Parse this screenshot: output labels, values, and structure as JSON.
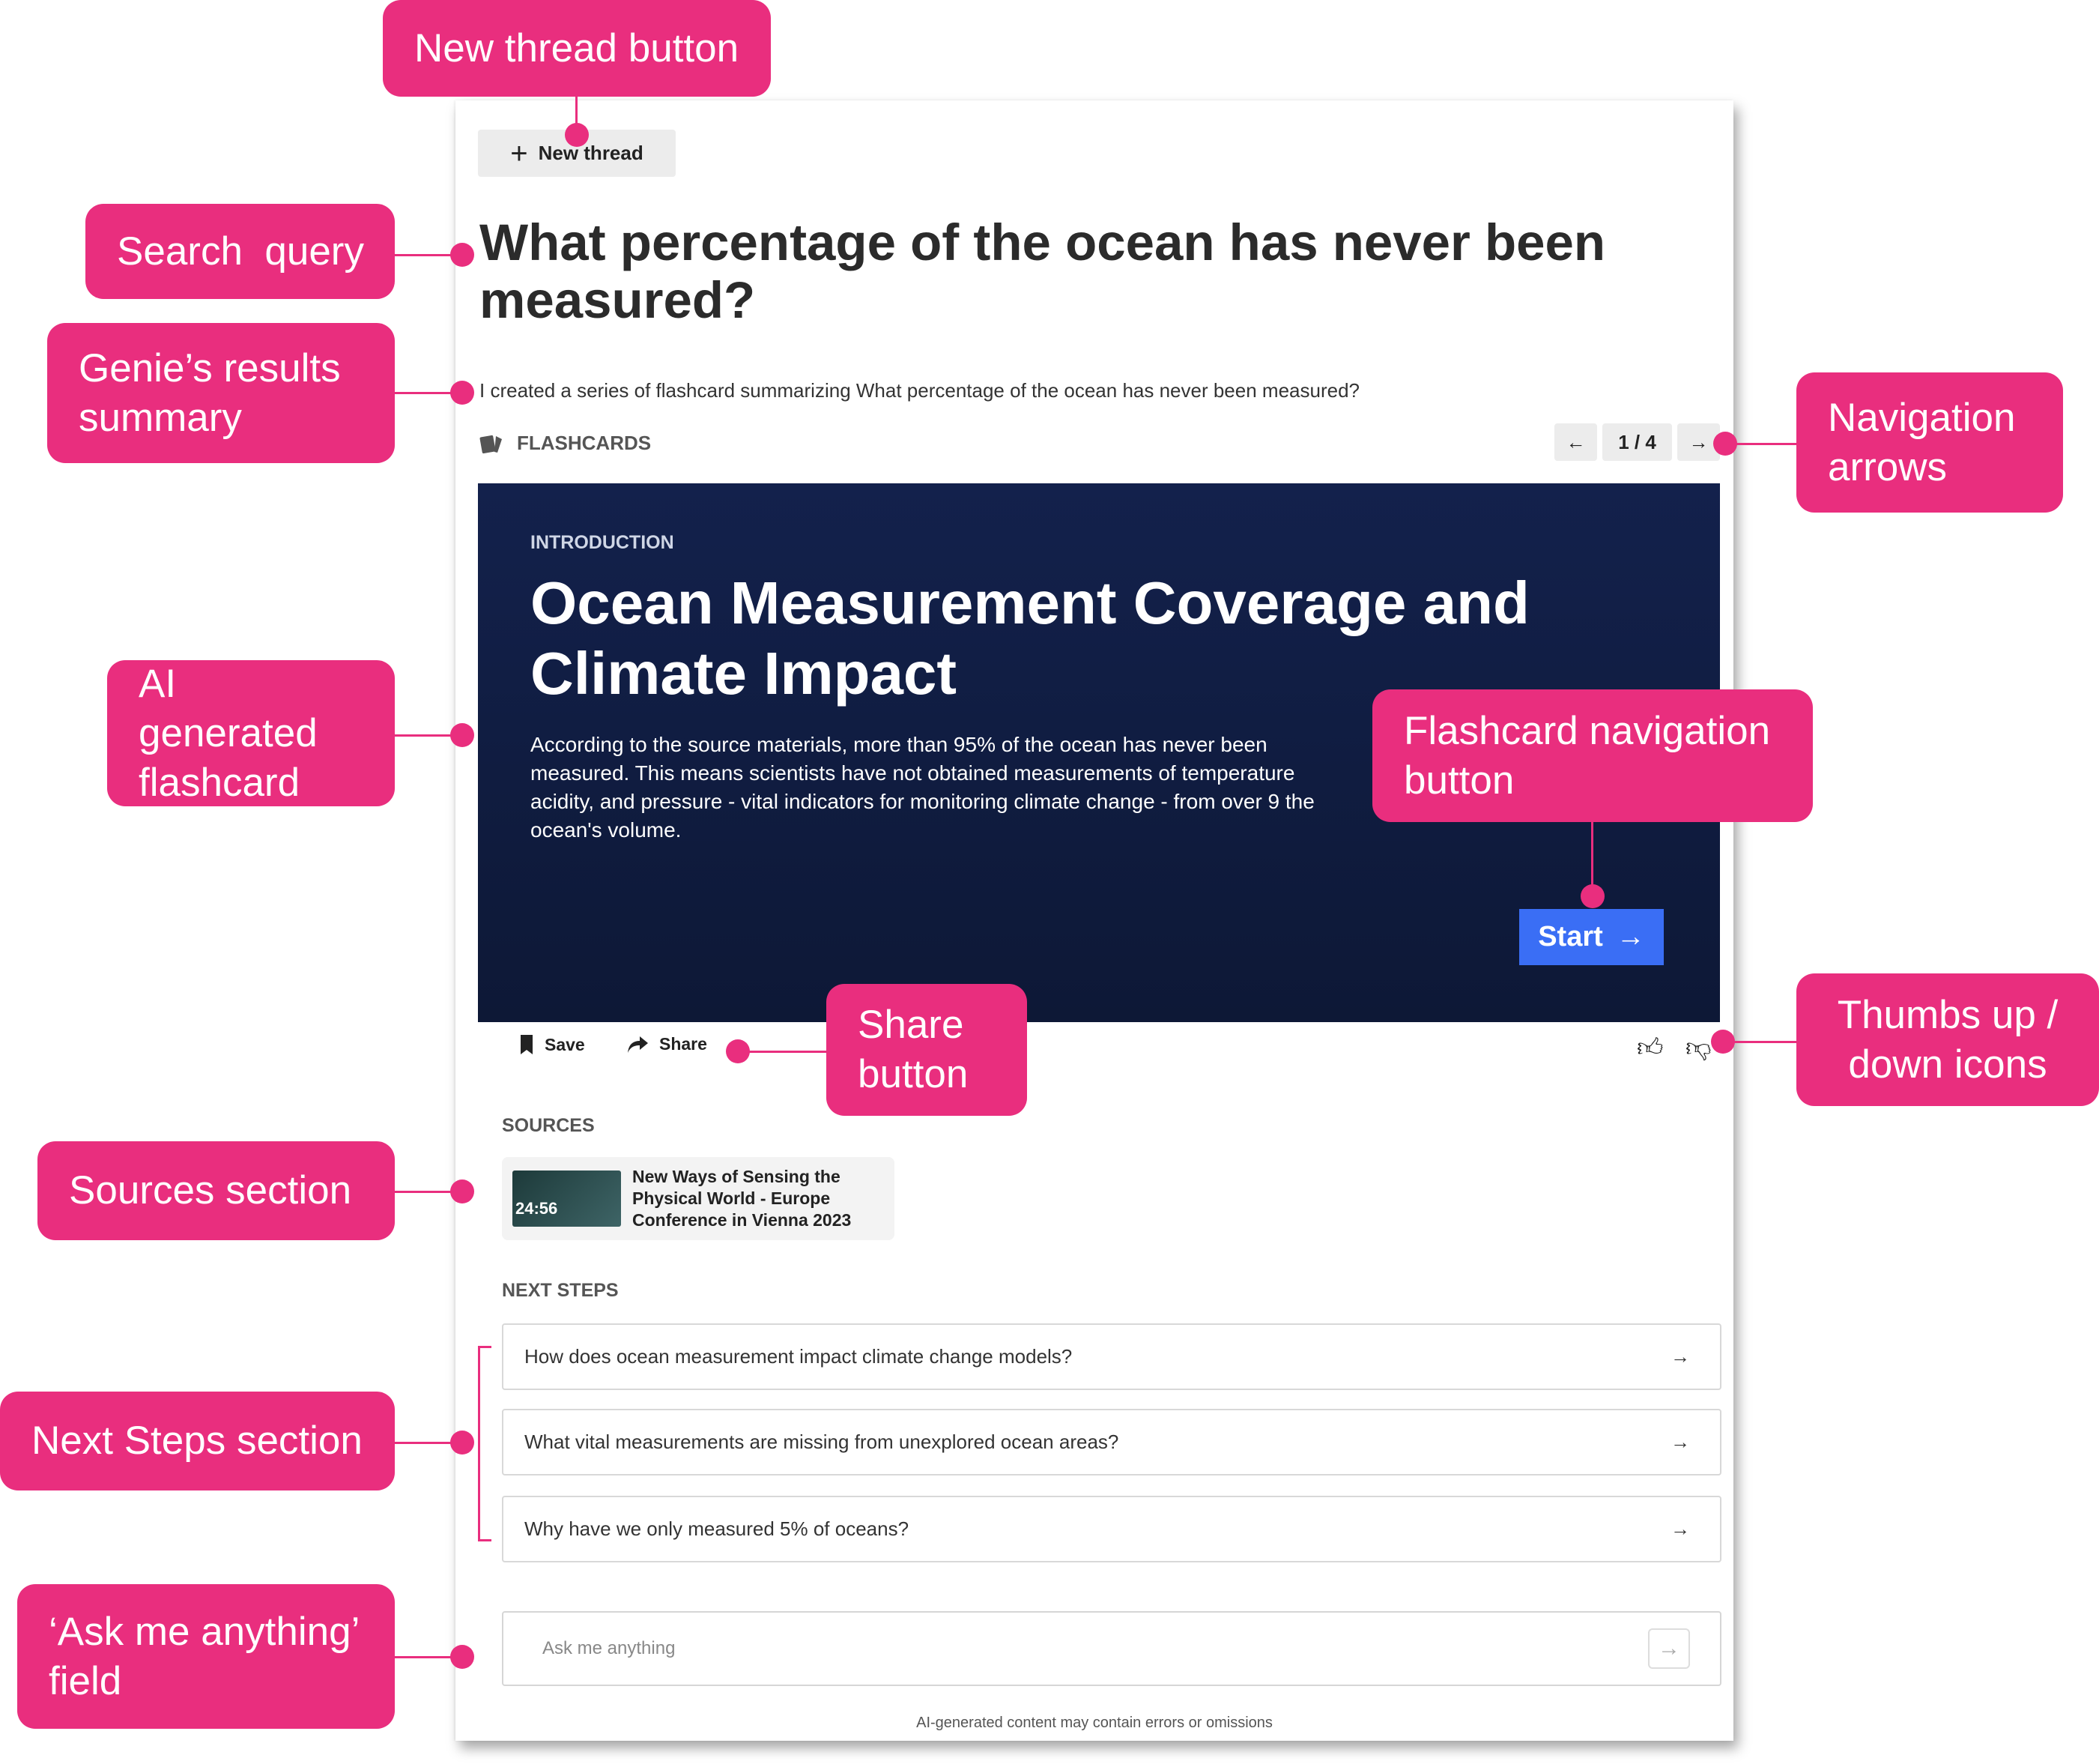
{
  "app": {
    "new_thread_label": "New thread",
    "query": "What percentage of the ocean has never been measured?",
    "summary": "I created a series of flashcard summarizing What percentage of the ocean has never been measured?",
    "flashcards_label": "FLASHCARDS",
    "pager": {
      "current": 1,
      "total": 4,
      "text": "1 / 4"
    },
    "card": {
      "section": "INTRODUCTION",
      "title": "Ocean Measurement Coverage and Climate Impact",
      "body": "According to the source materials, more than 95% of the ocean has never been measured. This means scientists have not obtained measurements of temperature acidity, and pressure - vital indicators for monitoring climate change - from over 9 the ocean's volume.",
      "start_label": "Start"
    },
    "actions": {
      "save": "Save",
      "share": "Share"
    },
    "sources_label": "SOURCES",
    "sources": [
      {
        "title": "New Ways of Sensing the Physical World - Europe Conference in Vienna 2023",
        "duration": "24:56"
      }
    ],
    "next_steps_label": "NEXT STEPS",
    "next_steps": [
      "How does ocean measurement impact climate change models?",
      "What vital measurements are missing from unexplored ocean areas?",
      "Why have we only measured 5% of oceans?"
    ],
    "ask_placeholder": "Ask me anything",
    "footer": "AI-generated content may contain errors or omissions",
    "accent": "#3a6ef5"
  },
  "callouts": {
    "new_thread": "New thread button",
    "search_query": "Search  query",
    "summary": "Genie’s results summary",
    "navigation": "Navigation arrows",
    "flashcard": "AI generated flashcard",
    "flashcard_nav": "Flashcard navigation button",
    "share": "Share button",
    "thumbs": "Thumbs up / down icons",
    "sources": "Sources section",
    "next_steps": "Next Steps section",
    "ask": "‘Ask me anything’ field",
    "color": "#e92e7e"
  }
}
